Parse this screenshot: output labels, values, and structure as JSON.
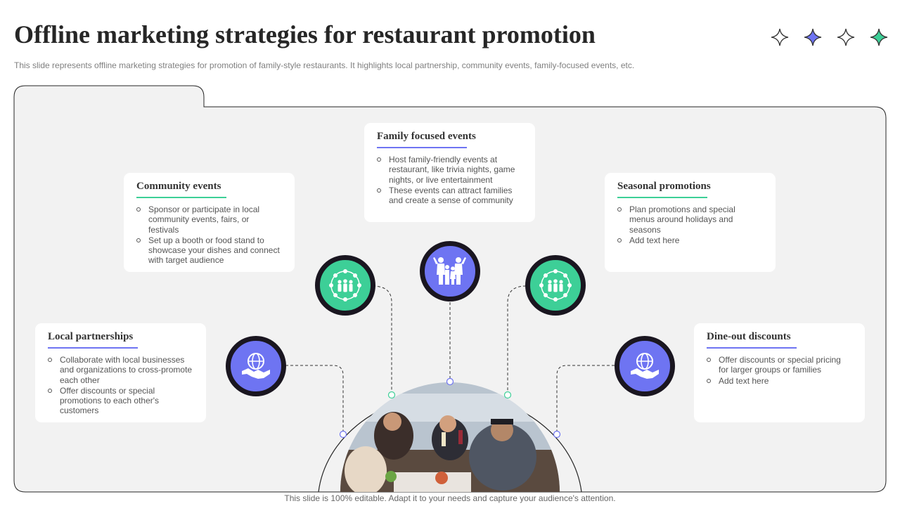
{
  "header": {
    "title": "Offline marketing strategies for restaurant promotion",
    "subtitle": "This slide represents offline marketing strategies for promotion of family-style restaurants. It highlights local partnership, community events, family-focused events, etc."
  },
  "colors": {
    "green": "#3dcf97",
    "blue": "#6e74f2",
    "panel": "#f2f2f2",
    "ring": "#1a1620"
  },
  "cards": {
    "community": {
      "title": "Community events",
      "items": [
        "Sponsor or participate in local community events, fairs, or festivals",
        "Set up a booth or food stand to showcase your dishes and connect with target audience"
      ]
    },
    "family": {
      "title": "Family focused events",
      "items": [
        "Host family-friendly events at restaurant, like trivia nights, game nights, or live entertainment",
        "These events can attract families and create a sense of community"
      ]
    },
    "seasonal": {
      "title": "Seasonal promotions",
      "items": [
        "Plan promotions and special menus around holidays and seasons",
        "Add text here"
      ]
    },
    "local": {
      "title": "Local partnerships",
      "items": [
        "Collaborate with local businesses and organizations to cross-promote each other",
        "Offer discounts or special promotions to each other's customers"
      ]
    },
    "dineout": {
      "title": "Dine-out discounts",
      "items": [
        "Offer discounts or special pricing for larger groups or families",
        "Add text here"
      ]
    }
  },
  "icons": [
    "handshake-globe-icon",
    "community-network-icon",
    "family-icon",
    "community-network-icon",
    "handshake-globe-icon",
    "sparkle-star-icon"
  ],
  "footer": {
    "text": "This slide is 100% editable. Adapt it to your needs and capture your audience's attention."
  }
}
